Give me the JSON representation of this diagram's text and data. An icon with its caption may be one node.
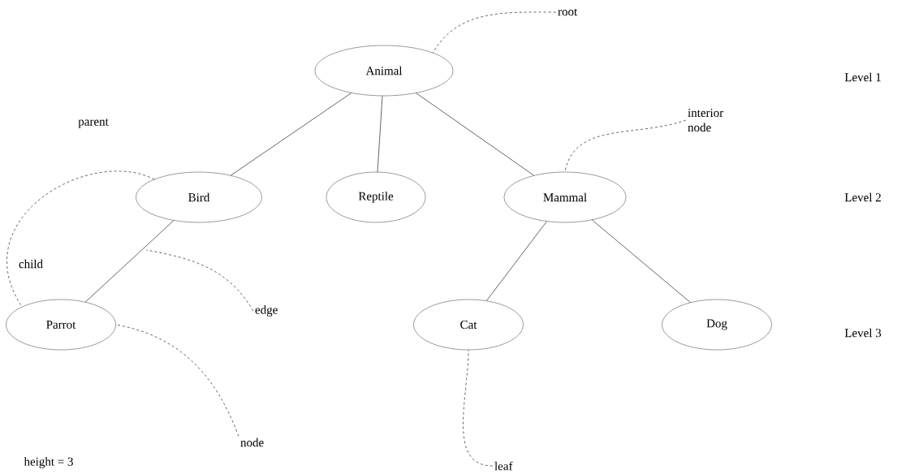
{
  "diagram": {
    "nodes": [
      {
        "text": [
          "Animal"
        ]
      },
      {
        "text": [
          "Bird"
        ]
      },
      {
        "text": [
          "Reptile"
        ]
      },
      {
        "text": [
          "Mammal"
        ]
      },
      {
        "text": [
          "Parrot"
        ]
      },
      {
        "text": [
          "Cat"
        ]
      },
      {
        "text": [
          "Dog"
        ]
      },
      {
        "text": [
          "root"
        ]
      },
      {
        "text": [
          "interior node"
        ]
      },
      {
        "text": [
          "edge"
        ]
      },
      {
        "text": [
          "node"
        ]
      },
      {
        "text": [
          "leaf"
        ]
      }
    ],
    "edges": [
      {
        "from": 0,
        "to": 1,
        "arrow": "none"
      },
      {
        "from": 0,
        "to": 2,
        "arrow": "none"
      },
      {
        "from": 0,
        "to": 3,
        "arrow": "none"
      },
      {
        "from": 1,
        "to": 4,
        "arrow": "none"
      },
      {
        "from": 3,
        "to": 5,
        "arrow": "none"
      },
      {
        "from": 3,
        "to": 6,
        "arrow": "none"
      },
      {
        "from": 7,
        "to": 0,
        "arrow": "none",
        "style": "dashed"
      },
      {
        "from": 8,
        "to": 3,
        "arrow": "none",
        "style": "dashed"
      },
      {
        "from": 1,
        "to": 4,
        "arrow": "none",
        "style": "dashed"
      },
      {
        "from": 9,
        "to": null,
        "arrow": "none",
        "style": "dashed"
      },
      {
        "from": 10,
        "to": 4,
        "arrow": "none",
        "style": "dashed"
      },
      {
        "from": 11,
        "to": 5,
        "arrow": "none",
        "style": "dashed"
      }
    ],
    "labels": [
      "Level 1",
      "parent",
      "Level 2",
      "child",
      "Level 3",
      "height = 3"
    ]
  }
}
